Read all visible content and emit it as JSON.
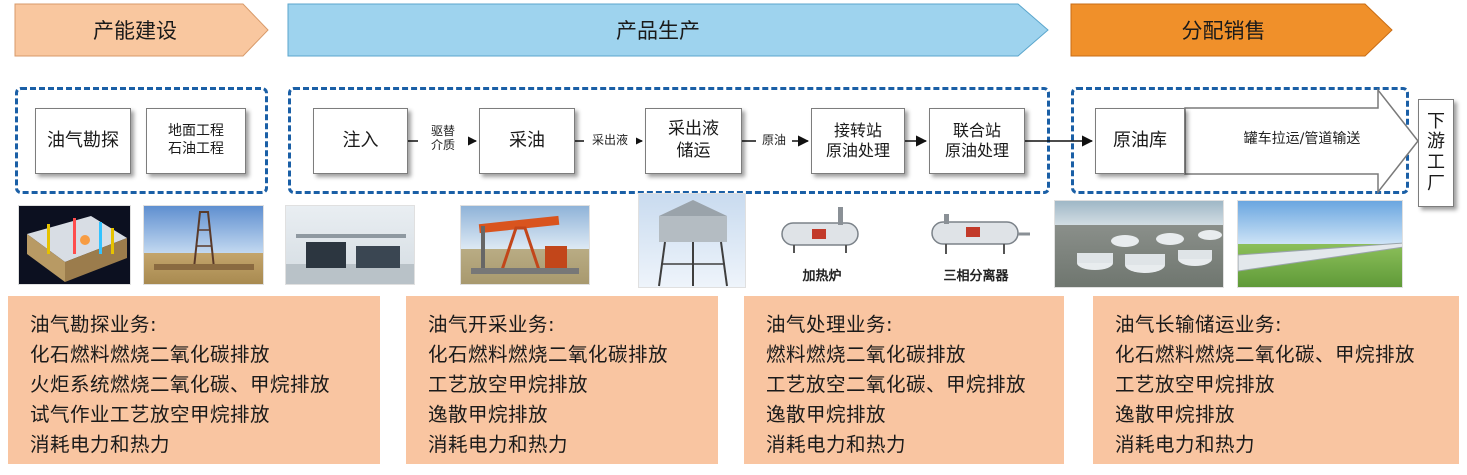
{
  "stages": {
    "construction": "产能建设",
    "production": "产品生产",
    "sales": "分配销售"
  },
  "nodes": {
    "exploration": "油气勘探",
    "engineering": "地面工程\n石油工程",
    "injection": "注入",
    "extraction": "采油",
    "transport": "采出液\n储运",
    "transfer_station": "接转站\n原油处理",
    "joint_station": "联合站\n原油处理",
    "crude_depot": "原油库",
    "downstream": "下\n游\n工\n厂"
  },
  "edge_labels": {
    "drive_medium": "驱替\n介质",
    "produced_fluid": "采出液",
    "crude_oil": "原油",
    "delivery": "罐车拉运/管道输送"
  },
  "captions": {
    "heater": "加热炉",
    "separator": "三相分离器"
  },
  "panels": {
    "exploration": {
      "title": "油气勘探业务:",
      "lines": [
        "化石燃料燃烧二氧化碳排放",
        "火炬系统燃烧二氧化碳、甲烷排放",
        "试气作业工艺放空甲烷排放",
        "消耗电力和热力"
      ]
    },
    "production": {
      "title": "油气开采业务:",
      "lines": [
        "化石燃料燃烧二氧化碳排放",
        "工艺放空甲烷排放",
        "逸散甲烷排放",
        "消耗电力和热力"
      ]
    },
    "processing": {
      "title": "油气处理业务:",
      "lines": [
        "燃料燃烧二氧化碳排放",
        "工艺放空二氧化碳、甲烷排放",
        "逸散甲烷排放",
        "消耗电力和热力"
      ]
    },
    "storage": {
      "title": "油气长输储运业务:",
      "lines": [
        "化石燃料燃烧二氧化碳、甲烷排放",
        "工艺放空甲烷排放",
        "逸散甲烷排放",
        "消耗电力和热力"
      ]
    }
  },
  "colors": {
    "construction_fill": "#f9c79f",
    "production_fill": "#9ed3ee",
    "sales_fill": "#f0902a",
    "panel_fill": "#f9c5a1",
    "dashed_border": "#1a5fa6"
  }
}
